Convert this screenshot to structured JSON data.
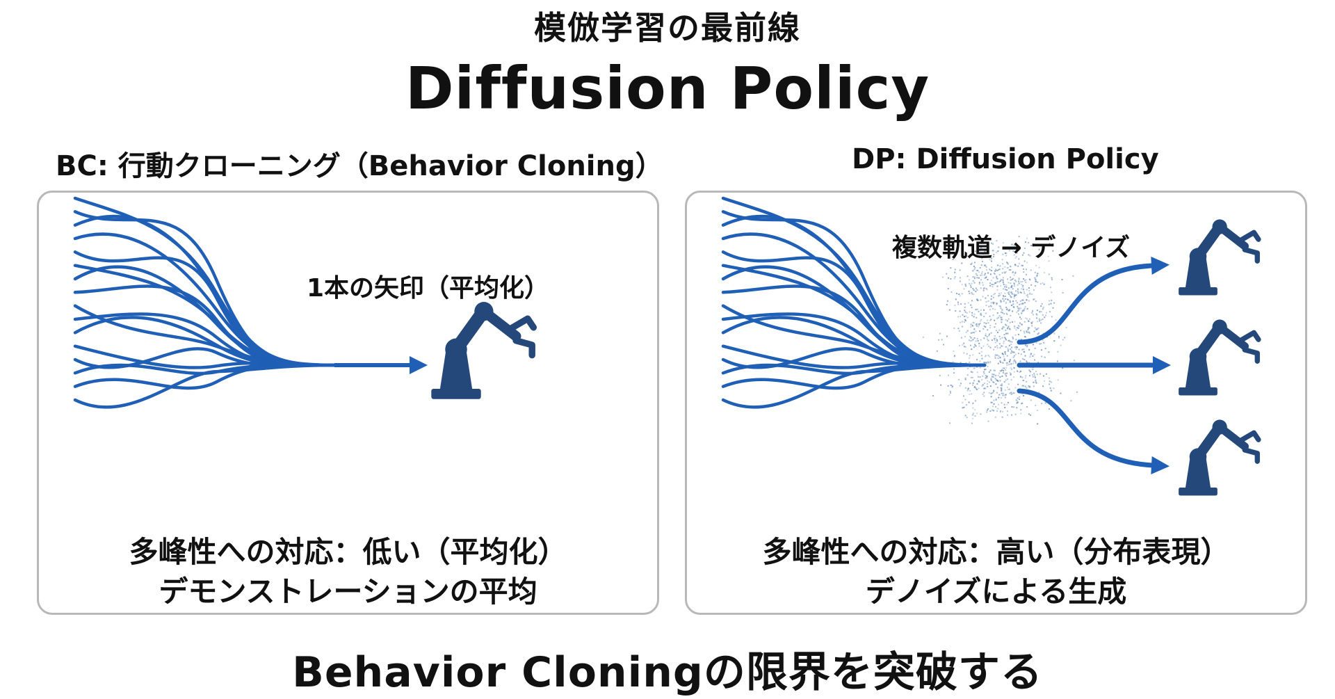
{
  "supertitle": "模倣学習の最前線",
  "title": "Diffusion Policy",
  "panels": {
    "bc": {
      "title": "BC: 行動クローニング（Behavior Cloning）",
      "arrow_label": "1本の矢印（平均化）",
      "line1": "多峰性への対応：低い（平均化）",
      "line2": "デモンストレーションの平均"
    },
    "dp": {
      "title": "DP: Diffusion Policy",
      "arrow_label": "複数軌道 → デノイズ",
      "line1": "多峰性への対応：高い（分布表現）",
      "line2": "デノイズによる生成"
    }
  },
  "conclusion": "Behavior Cloningの限界を突破する",
  "colors": {
    "trajectory": "#1f5fb6",
    "robot": "#25487a",
    "noise": "#6d8fb8",
    "border": "#b8b8b8"
  },
  "icons": [
    "robot-arm-icon",
    "arrow-right-icon"
  ]
}
